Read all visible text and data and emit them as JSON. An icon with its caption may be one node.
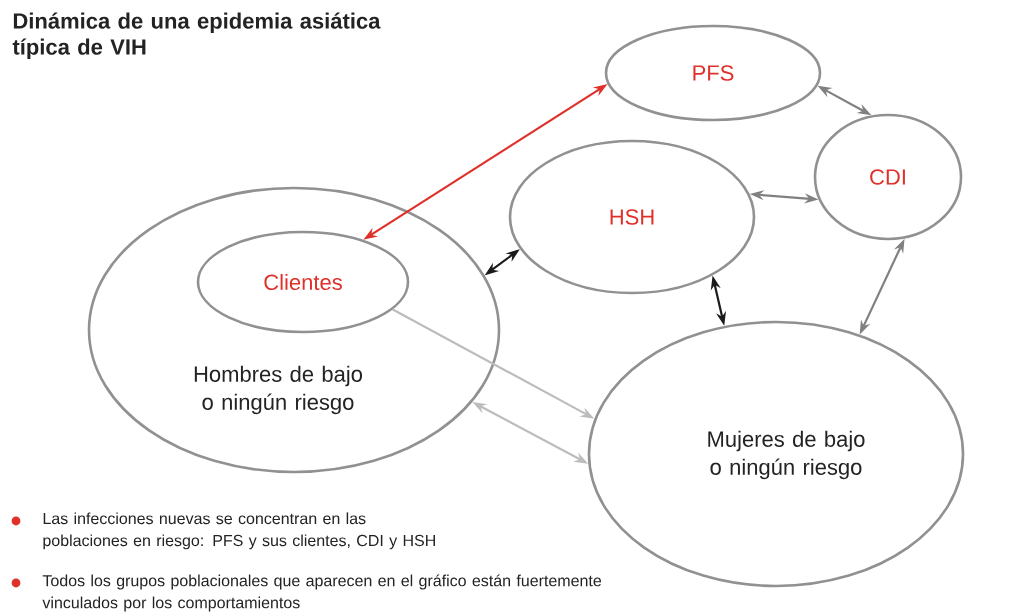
{
  "diagram": {
    "title": "Dinámica de una epidemia asiática típica de VIH",
    "nodes": [
      {
        "text": [
          "PFS"
        ]
      },
      {
        "text": [
          "CDI"
        ]
      },
      {
        "text": [
          "HSH"
        ]
      },
      {
        "text": [
          "Hombres de bajo o ningún riesgo"
        ]
      },
      {
        "text": [
          "Clientes"
        ],
        "in": 3
      },
      {
        "text": [
          "Mujeres de bajo o ningún riesgo"
        ]
      }
    ],
    "edges": [
      {
        "from": 0,
        "to": 4,
        "arrow": "both",
        "color": "#e0302a"
      },
      {
        "from": 0,
        "to": 1,
        "arrow": "both"
      },
      {
        "from": 2,
        "to": 1,
        "arrow": "both"
      },
      {
        "from": 3,
        "to": 2,
        "arrow": "both",
        "color": "#1a1a1a"
      },
      {
        "from": 2,
        "to": 5,
        "arrow": "both",
        "color": "#1a1a1a"
      },
      {
        "from": 1,
        "to": 5,
        "arrow": "both"
      },
      {
        "from": 4,
        "to": 5,
        "arrow": "to",
        "color": "#bcbcbc"
      },
      {
        "from": 3,
        "to": 5,
        "arrow": "both",
        "color": "#bcbcbc"
      }
    ],
    "labels": [
      "Las infecciones nuevas se concentran en las poblaciones en riesgo: PFS y sus clientes, CDI y HSH",
      "Todos los grupos poblacionales que aparecen en el gráfico están fuertemente vinculados por los comportamientos"
    ]
  }
}
